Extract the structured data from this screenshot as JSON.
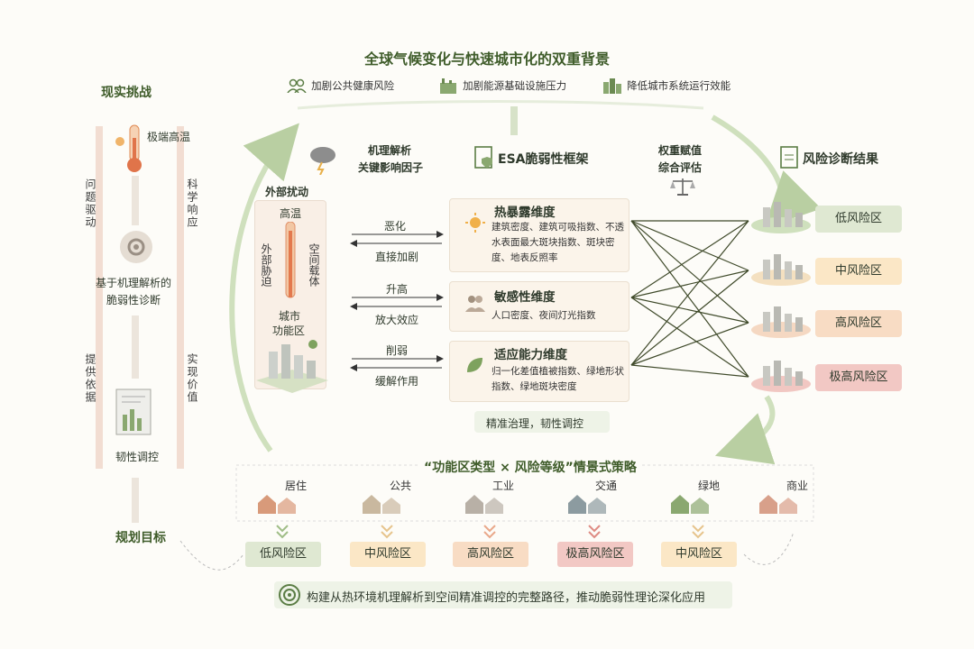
{
  "top": {
    "title": "全球气候变化与快速城市化的双重背景",
    "items": [
      "加剧公共健康风险",
      "加剧能源基础设施压力",
      "降低城市系统运行效能"
    ]
  },
  "left": {
    "title": "现实挑战",
    "heat": "极端高温",
    "diag_line1": "基于机理解析的",
    "diag_line2": "脆弱性诊断",
    "regulation": "韧性调控",
    "goal": "规划目标",
    "v1": "问题驱动",
    "v2": "科学响应",
    "v3": "提供依据",
    "v4": "实现价值"
  },
  "mechanism": {
    "line1": "机理解析",
    "line2": "关键影响因子",
    "ext": "外部扰动",
    "high": "高温",
    "outer": "外部胁迫",
    "space": "空间载体",
    "zone_line1": "城市",
    "zone_line2": "功能区"
  },
  "arrows": {
    "a1": "恶化",
    "a2": "直接加剧",
    "a3": "升高",
    "a4": "放大效应",
    "a5": "削弱",
    "a6": "缓解作用"
  },
  "framework": {
    "title": "ESA脆弱性框架",
    "dims": [
      {
        "title": "热暴露维度",
        "text": "建筑密度、建筑可吸指数、不透水表面最大斑块指数、斑块密度、地表反照率"
      },
      {
        "title": "敏感性维度",
        "text": "人口密度、夜间灯光指数"
      },
      {
        "title": "适应能力维度",
        "text": "归一化差值植被指数、绿地形状指数、绿地斑块密度"
      }
    ],
    "governance": "精准治理，韧性调控"
  },
  "weight": {
    "line1": "权重赋值",
    "line2": "综合评估"
  },
  "result": {
    "title": "风险诊断结果",
    "levels": [
      "低风险区",
      "中风险区",
      "高风险区",
      "极高风险区"
    ],
    "colors": [
      "#dfe8d2",
      "#fbe7c6",
      "#f8dcc4",
      "#f2c8c4"
    ]
  },
  "strategy": {
    "title": "“功能区类型 × 风险等级”情景式策略",
    "zones": [
      "居住",
      "公共",
      "工业",
      "交通",
      "绿地",
      "商业"
    ],
    "risks": [
      "低风险区",
      "中风险区",
      "高风险区",
      "极高风险区",
      "中风险区"
    ],
    "risk_colors": [
      "#dfe8d2",
      "#fbe7c6",
      "#f8dcc4",
      "#f2c8c4",
      "#fbe7c6"
    ]
  },
  "bottom": {
    "text": "构建从热环境机理解析到空间精准调控的完整路径，推动脆弱性理论深化应用"
  }
}
